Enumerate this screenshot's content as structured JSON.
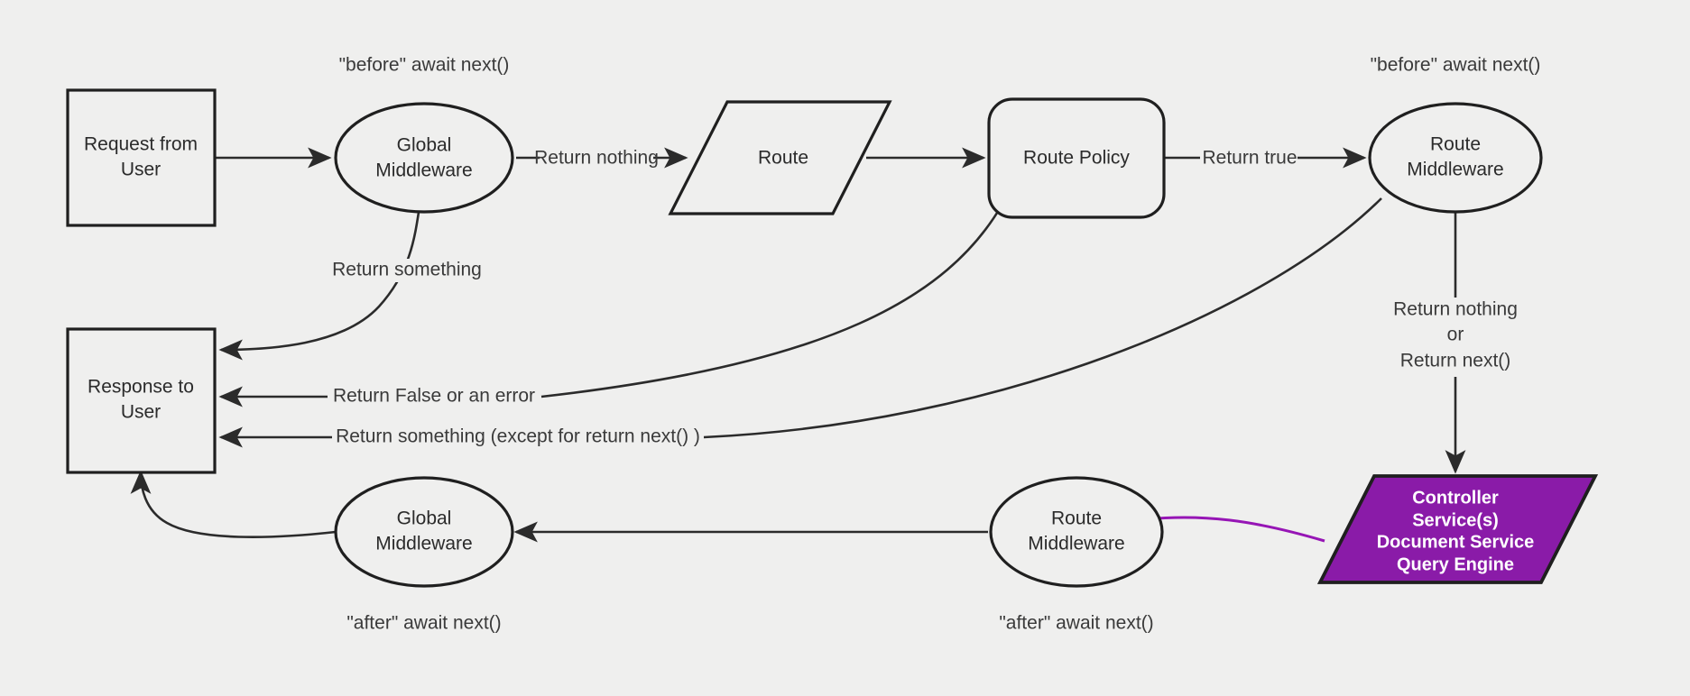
{
  "diagram": {
    "title": "Request / Middleware lifecycle flow",
    "background_color": "#efefee",
    "stroke_color": "#1f1f1f",
    "accent_color": "#8a1ba8",
    "accent_edge_color": "#9615b5",
    "nodes": {
      "request_from_user": {
        "line1": "Request from",
        "line2": "User",
        "shape": "rectangle"
      },
      "global_middleware_top": {
        "line1": "Global",
        "line2": "Middleware",
        "shape": "ellipse"
      },
      "route": {
        "line1": "Route",
        "shape": "parallelogram"
      },
      "route_policy": {
        "line1": "Route Policy",
        "shape": "rounded-rectangle"
      },
      "route_middleware_top": {
        "line1": "Route",
        "line2": "Middleware",
        "shape": "ellipse"
      },
      "controller_services": {
        "line1": "Controller",
        "line2": "Service(s)",
        "line3": "Document Service",
        "line4": "Query Engine",
        "shape": "parallelogram",
        "fill": "#8a1ba8"
      },
      "route_middleware_bottom": {
        "line1": "Route",
        "line2": "Middleware",
        "shape": "ellipse"
      },
      "global_middleware_bottom": {
        "line1": "Global",
        "line2": "Middleware",
        "shape": "ellipse"
      },
      "response_to_user": {
        "line1": "Response to",
        "line2": "User",
        "shape": "rectangle"
      }
    },
    "annotations": {
      "before_await_next_global": "\"before\" await next()",
      "before_await_next_route": "\"before\" await next()",
      "after_await_next_global": "\"after\" await next()",
      "after_await_next_route": "\"after\" await next()"
    },
    "edge_labels": {
      "return_nothing": "Return nothing",
      "return_true": "Return true",
      "return_something": "Return something",
      "return_false_or_error": "Return False or an error",
      "return_something_except": "Return something (except for return next() )",
      "return_nothing_or_next_line1": "Return nothing",
      "return_nothing_or_next_line2": "or",
      "return_nothing_or_next_line3": "Return next()"
    }
  }
}
